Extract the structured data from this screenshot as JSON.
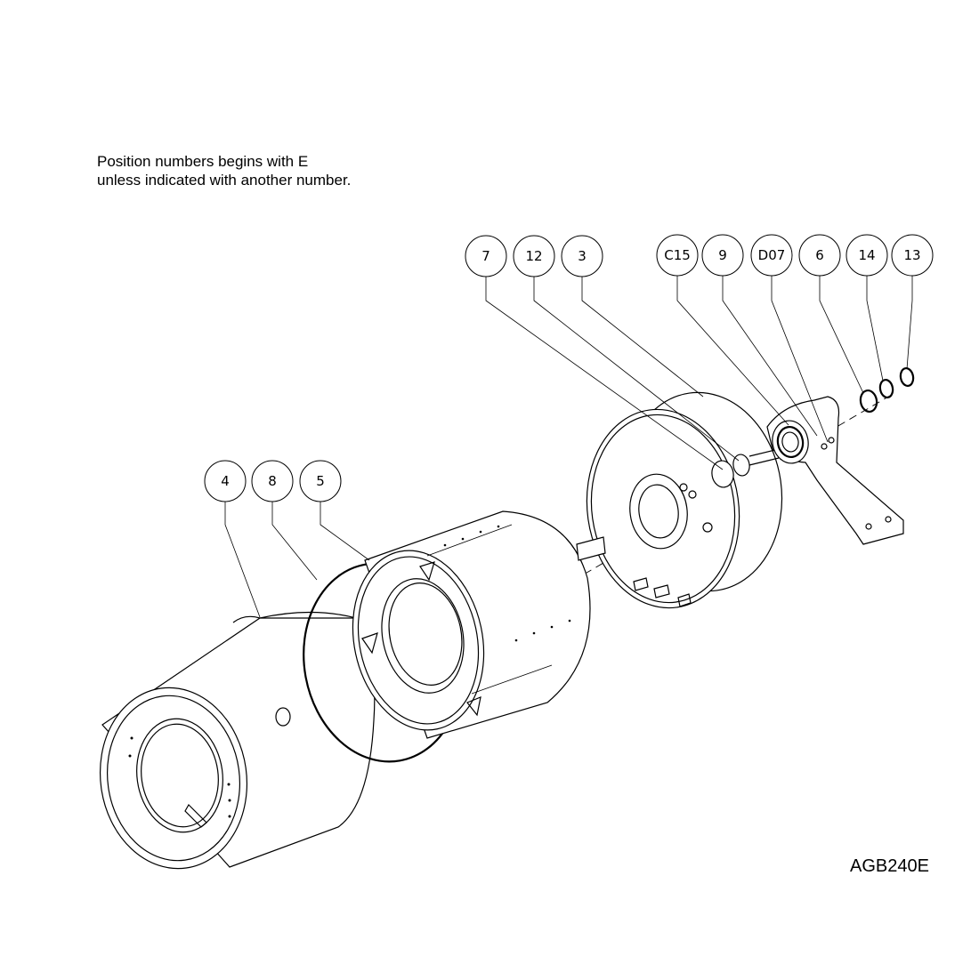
{
  "note": {
    "line1": "Position numbers begins with E",
    "line2": "unless indicated with another number."
  },
  "document_code": "AGB240E",
  "callouts": [
    {
      "id": "c7",
      "label": "7"
    },
    {
      "id": "c12",
      "label": "12"
    },
    {
      "id": "c3",
      "label": "3"
    },
    {
      "id": "cC15",
      "label": "C15"
    },
    {
      "id": "c9",
      "label": "9"
    },
    {
      "id": "cD07",
      "label": "D07"
    },
    {
      "id": "c6",
      "label": "6"
    },
    {
      "id": "c14",
      "label": "14"
    },
    {
      "id": "c13",
      "label": "13"
    },
    {
      "id": "c4",
      "label": "4"
    },
    {
      "id": "c8",
      "label": "8"
    },
    {
      "id": "c5",
      "label": "5"
    }
  ]
}
